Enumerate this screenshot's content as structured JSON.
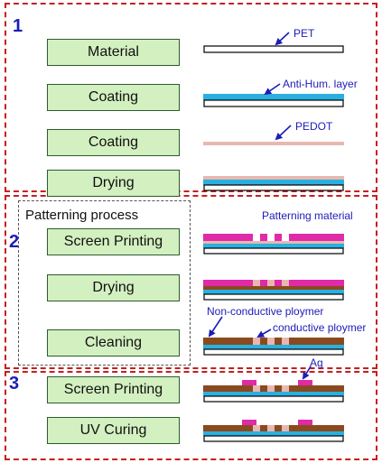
{
  "sections": [
    {
      "number": "1"
    },
    {
      "number": "2"
    },
    {
      "number": "3"
    }
  ],
  "sub_group": {
    "title": "Patterning process"
  },
  "steps": [
    "Material",
    "Coating",
    "Coating",
    "Drying",
    "Screen Printing",
    "Drying",
    "Cleaning",
    "Screen Printing",
    "UV Curing"
  ],
  "labels": {
    "pet": "PET",
    "anti_hum": "Anti-Hum. layer",
    "pedot": "PEDOT",
    "patterning_material": "Patterning material",
    "non_conductive": "Non-conductive ploymer",
    "conductive": "conductive ploymer",
    "ag": "Ag"
  },
  "colors": {
    "section_border": "#c81f1f",
    "section_number": "#1c1cb8",
    "step_fill": "#d3f0c0",
    "pet": "#ffffff",
    "anti_hum": "#2ab0e0",
    "pedot": "#e8b8b0",
    "patterning_material": "#e02aa8",
    "conductive": "#e8b8b0",
    "non_conductive": "#8a4a1e",
    "ag": "#e02aa8",
    "label_text": "#1c1cb8"
  }
}
